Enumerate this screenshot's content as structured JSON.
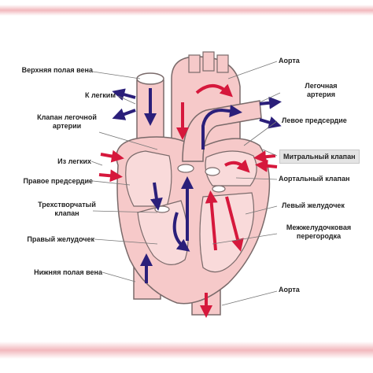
{
  "labels": {
    "superior_vena_cava": "Верхняя полая вена",
    "to_lungs": "К легким",
    "pulmonary_valve": "Клапан легочной\nартерии",
    "from_lungs": "Из легких",
    "right_atrium": "Правое предсердие",
    "tricuspid_valve": "Трехстворчатый\nклапан",
    "right_ventricle": "Правый желудочек",
    "inferior_vena_cava": "Нижняя полая вена",
    "aorta_top": "Аорта",
    "pulmonary_artery": "Легочная\nартерия",
    "left_atrium": "Левое предсердие",
    "mitral_valve": "Митральный клапан",
    "aortic_valve": "Аортальный клапан",
    "left_ventricle": "Левый желудочек",
    "septum": "Межжелудочковая\nперегородка",
    "aorta_bottom": "Аорта"
  },
  "colors": {
    "heart_fill": "#f6c9c9",
    "chamber_fill": "#f9dada",
    "outline": "#7a6a6a",
    "deoxygenated_arrow": "#2b1f7a",
    "oxygenated_arrow": "#d6183c",
    "band": "#f2b8bd",
    "highlight_bg": "#e4e4e4"
  },
  "icons": {
    "blue_arrow": "deoxygenated-blood-arrow",
    "red_arrow": "oxygenated-blood-arrow"
  }
}
